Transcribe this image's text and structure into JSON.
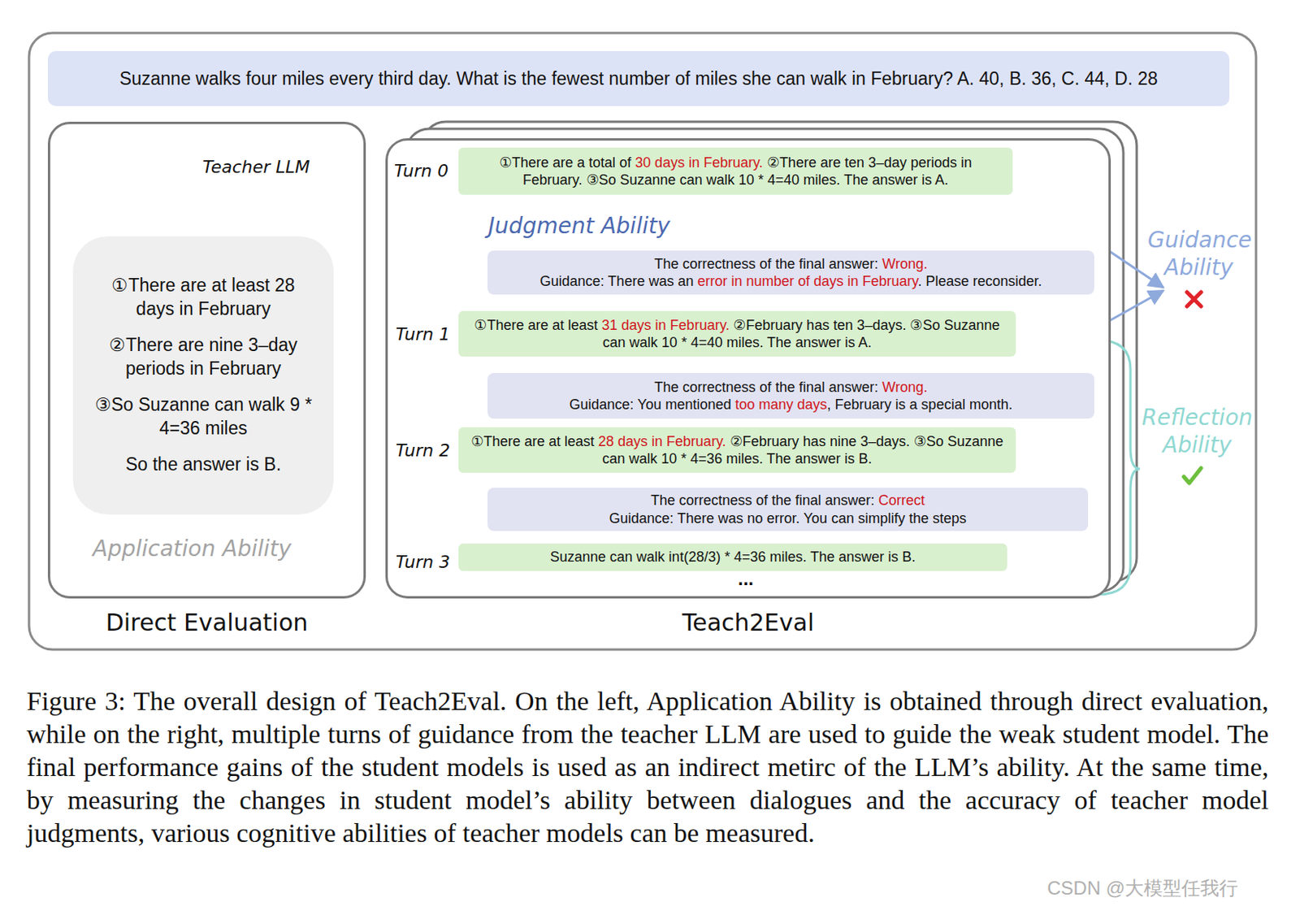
{
  "diagram": {
    "caption": "Figure 3: The overall design of Teach2Eval. On the left, Application Ability is obtained through direct evaluation, while on the right, multiple turns of guidance from the teacher LLM are used to guide the weak student model. The final performance gains of the student models is used as an indirect metirc of the LLM’s ability. At the same time, by measuring the changes in student model’s ability between dialogues and the accuracy of teacher model judgments, various cognitive abilities of teacher models can be measured.",
    "nodes": [
      {
        "text": [
          "Suzanne walks four miles every third day. What is the fewest number of miles she can walk in February? A. 40, B. 36, C. 44, D. 28"
        ]
      },
      {
        "text": [
          "Direct Evaluation"
        ]
      },
      {
        "text": [
          "①There are at least 28 days in February",
          "②There are nine 3–day periods in February",
          "③So Suzanne can walk 9 * 4=36 miles",
          "So the answer is B."
        ],
        "in": 1
      },
      {
        "text": [
          "Teach2Eval"
        ]
      },
      {
        "text": [
          "①There are a total of",
          "30 days in February.",
          "②There are ten 3–day periods in February. ③So Suzanne can walk 10 * 4=40 miles. The answer is A."
        ],
        "in": 3
      },
      {
        "text": [
          "The correctness of the final answer:",
          "Wrong.",
          "Guidance: There was an",
          "error in number of days in February",
          ". Please reconsider."
        ],
        "in": 3
      },
      {
        "text": [
          "①There are at least",
          "31 days in February.",
          "②February has ten 3–days. ③So Suzanne can walk 10 * 4=40 miles. The answer is A."
        ],
        "in": 3
      },
      {
        "text": [
          "The correctness of the final answer:",
          "Wrong.",
          "Guidance: You mentioned",
          "too many days",
          ", February is a special month."
        ],
        "in": 3
      },
      {
        "text": [
          "①There are at least",
          "28 days in February.",
          "②February has nine 3–days. ③So Suzanne can walk 10 * 4=36 miles. The answer is B."
        ],
        "in": 3
      },
      {
        "text": [
          "The correctness of the final answer:",
          "Correct",
          "Guidance: There was no error. You can simplify the steps"
        ],
        "in": 3
      },
      {
        "text": [
          "Suzanne can walk int(28/3) * 4=36 miles. The answer is B."
        ],
        "in": 3
      }
    ],
    "labels": [
      "Teacher LLM",
      "Application Ability",
      "Turn 0",
      "Judgment Ability",
      "Turn 1",
      "Turn 2",
      "Turn 3",
      "...",
      "Guidance Ability",
      "Reflection Ability",
      "CSDN @大模型任我行"
    ]
  }
}
